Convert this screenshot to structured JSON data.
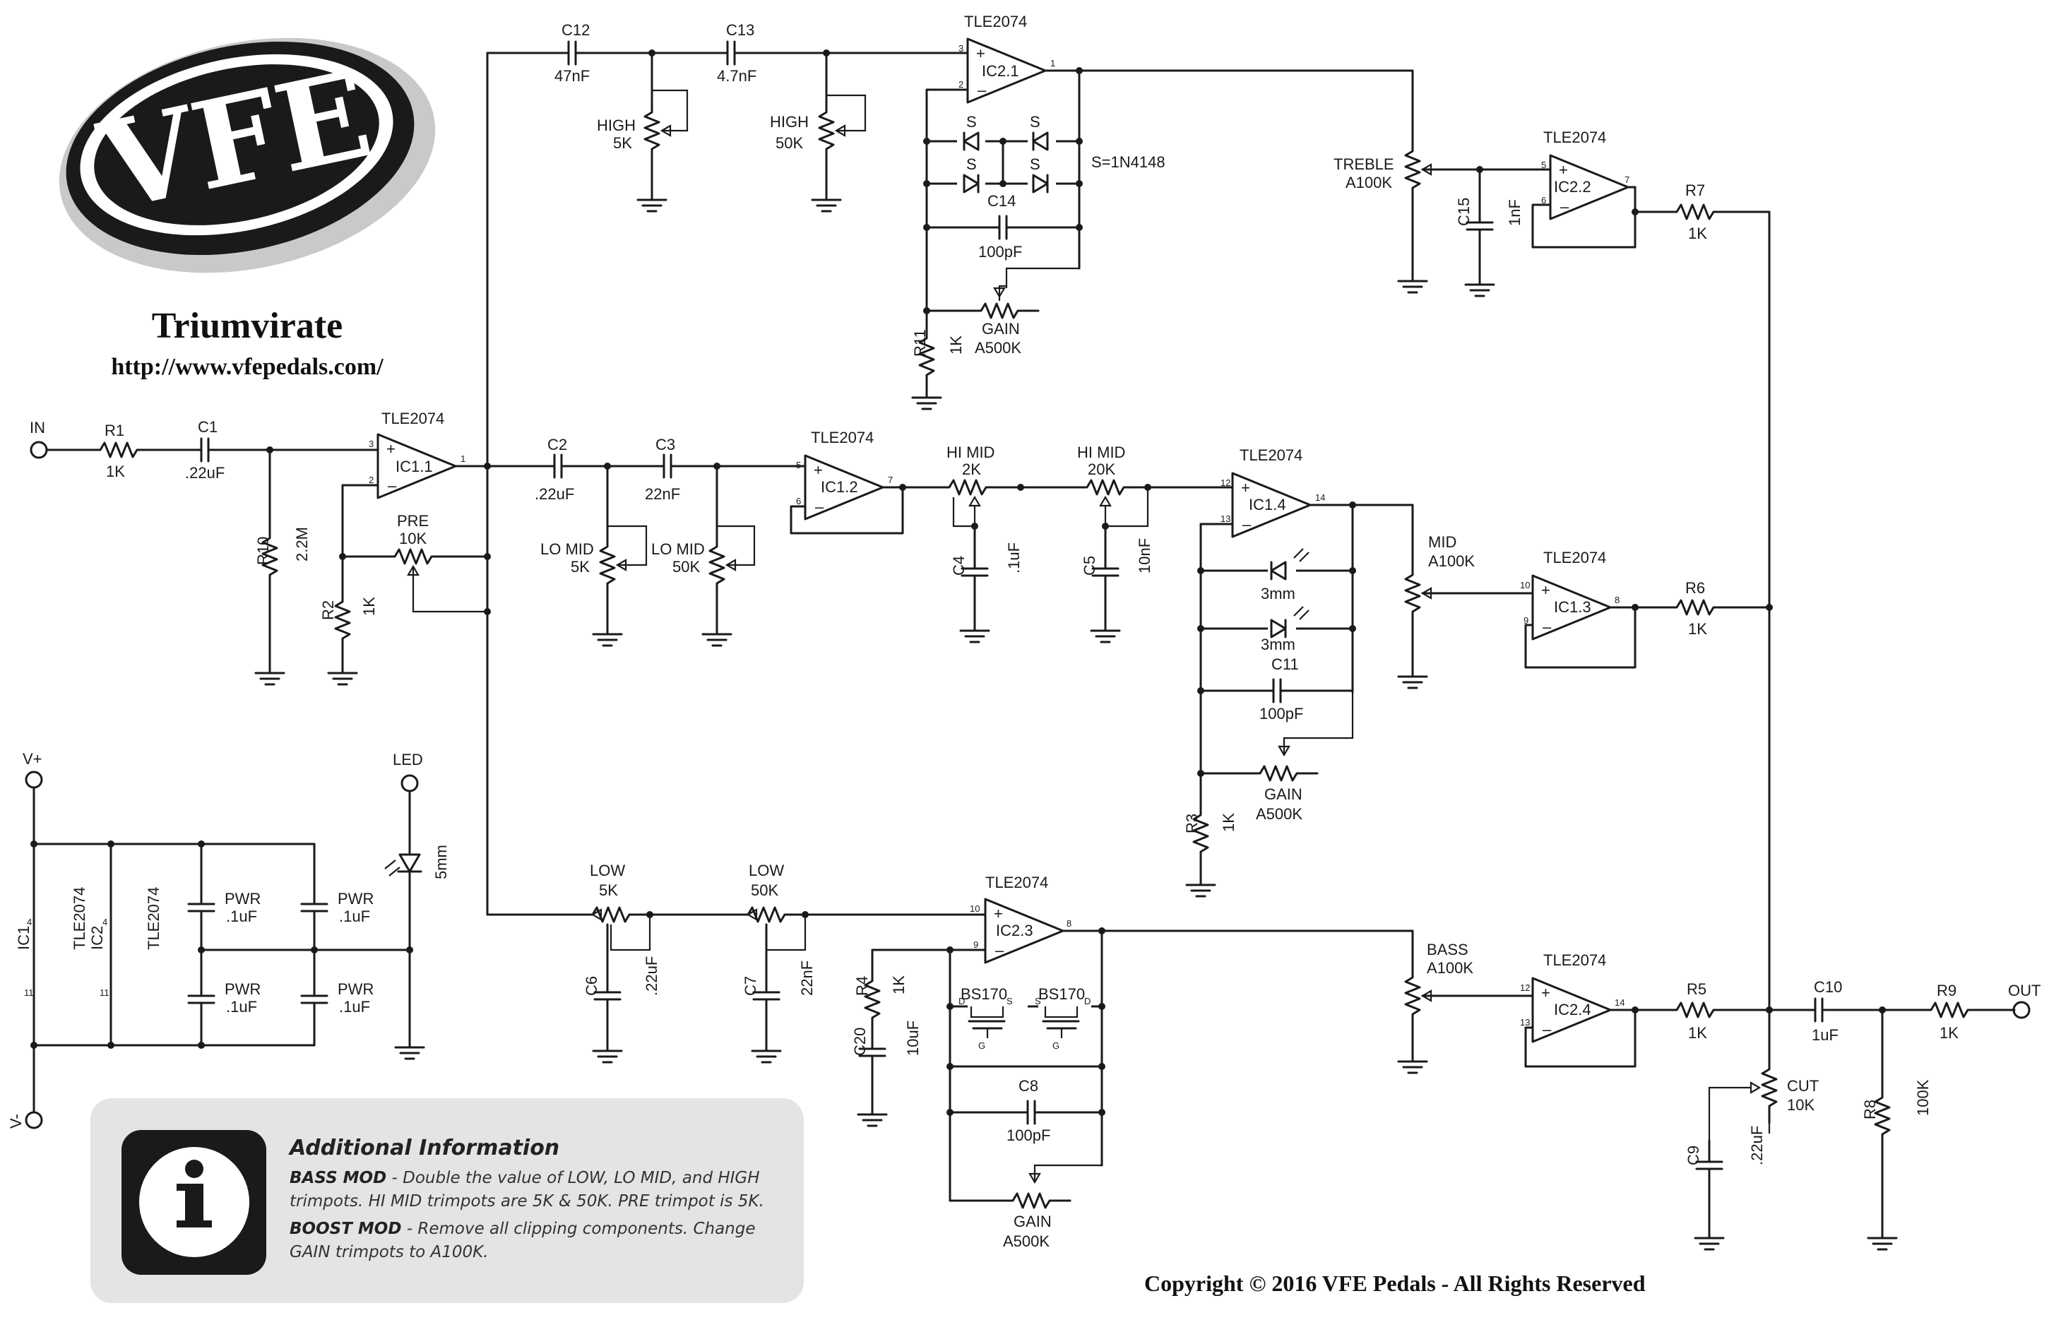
{
  "header": {
    "brand": "VFE",
    "title": "Triumvirate",
    "url": "http://www.vfepedals.com/"
  },
  "footer": {
    "copyright": "Copyright © 2016 VFE Pedals - All Rights Reserved"
  },
  "info": {
    "heading": "Additional Information",
    "bass_title": "BASS MOD",
    "bass_text_1": " - Double the value of LOW, LO MID, and HIGH",
    "bass_text_2": "trimpots. HI MID trimpots are 5K & 50K. PRE trimpot is 5K.",
    "boost_title": "BOOST MOD",
    "boost_text_1": " - Remove all clipping components. Change",
    "boost_text_2": "GAIN trimpots to A100K."
  },
  "io": {
    "in": "IN",
    "out": "OUT",
    "vplus": "V+",
    "vminus": "V-",
    "led": "LED"
  },
  "ics": {
    "ic11": "IC1.1",
    "ic12": "IC1.2",
    "ic13": "IC1.3",
    "ic14": "IC1.4",
    "ic21": "IC2.1",
    "ic22": "IC2.2",
    "ic23": "IC2.3",
    "ic24": "IC2.4",
    "part": "TLE2074",
    "ic1": "IC1",
    "ic2": "IC2"
  },
  "pins": {
    "p1": "1",
    "p2": "2",
    "p3": "3",
    "p4": "4",
    "p5": "5",
    "p6": "6",
    "p7": "7",
    "p8": "8",
    "p9": "9",
    "p10": "10",
    "p11": "11",
    "p12": "12",
    "p13": "13",
    "p14": "14"
  },
  "parts": {
    "r1": "R1",
    "r1v": "1K",
    "c1": "C1",
    "c1v": ".22uF",
    "r10": "R10",
    "r10v": "2.2M",
    "r2": "R2",
    "r2v": "1K",
    "pre": "PRE",
    "prev": "10K",
    "c2": "C2",
    "c2v": ".22uF",
    "c3": "C3",
    "c3v": "22nF",
    "lomid": "LO  MID",
    "lomid5": "5K",
    "lomid50": "50K",
    "himid": "HI MID",
    "himid2": "2K",
    "himid20": "20K",
    "c4": "C4",
    "c4v": ".1uF",
    "c5": "C5",
    "c5v": "10nF",
    "c12": "C12",
    "c12v": "47nF",
    "c13": "C13",
    "c13v": "4.7nF",
    "high": "HIGH",
    "high5": "5K",
    "high50": "50K",
    "s": "S",
    "sdesc": "S=1N4148",
    "c14": "C14",
    "c14v": "100pF",
    "r11": "R11",
    "r11v": "1K",
    "gain": "GAIN",
    "gainv": "A500K",
    "treble": "TREBLE",
    "treblev": "A100K",
    "c15": "C15",
    "c15v": "1nF",
    "r7": "R7",
    "r7v": "1K",
    "mid": "MID",
    "midv": "A100K",
    "r6": "R6",
    "r6v": "1K",
    "led3": "3mm",
    "c11": "C11",
    "c11v": "100pF",
    "r3": "R3",
    "r3v": "1K",
    "low": "LOW",
    "low5": "5K",
    "low50": "50K",
    "c6": "C6",
    "c6v": ".22uF",
    "c7": "C7",
    "c7v": "22nF",
    "r4": "R4",
    "r4v": "1K",
    "c20": "C20",
    "c20v": "10uF",
    "bs170": "BS170",
    "d": "D",
    "sterm": "S",
    "g": "G",
    "c8": "C8",
    "c8v": "100pF",
    "bass": "BASS",
    "bassv": "A100K",
    "r5": "R5",
    "r5v": "1K",
    "c10": "C10",
    "c10v": "1uF",
    "r9": "R9",
    "r9v": "1K",
    "cut": "CUT",
    "cutv": "10K",
    "c9": "C9",
    "c9v": ".22uF",
    "r8": "R8",
    "r8v": "100K",
    "pwr": "PWR",
    "pwrv": ".1uF",
    "led5": "5mm"
  }
}
